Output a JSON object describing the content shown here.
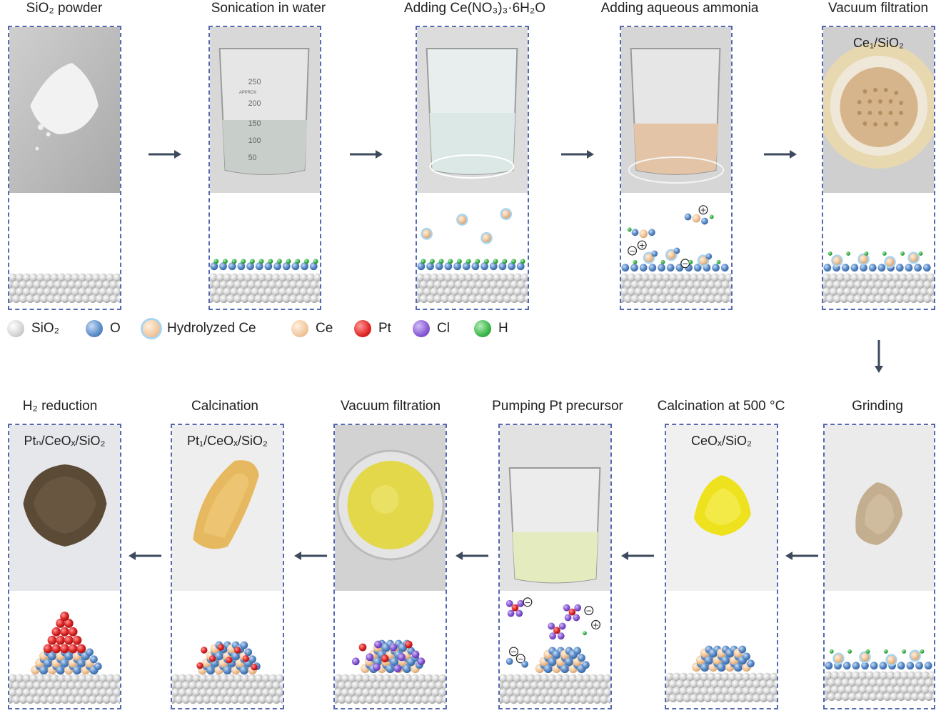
{
  "top_steps": [
    {
      "title": "SiO₂ powder"
    },
    {
      "title": "Sonication in water"
    },
    {
      "title": "Adding Ce(NO₃)₃·6H₂O"
    },
    {
      "title": "Adding aqueous ammonia"
    },
    {
      "title": "Vacuum filtration",
      "photo_label": "Ce₁/SiO₂"
    }
  ],
  "bottom_steps": [
    {
      "title": "H₂ reduction",
      "photo_label": "Ptₙ/CeOₓ/SiO₂"
    },
    {
      "title": "Calcination",
      "photo_label": "Pt₁/CeOₓ/SiO₂"
    },
    {
      "title": "Vacuum filtration"
    },
    {
      "title": "Pumping Pt precursor"
    },
    {
      "title": "Calcination at 500 °C",
      "photo_label": "CeOₓ/SiO₂"
    },
    {
      "title": "Grinding"
    }
  ],
  "beaker_marks": [
    "250",
    "APPROX",
    "200",
    "150",
    "100",
    "50"
  ],
  "legend": [
    {
      "label": "SiO₂",
      "color": "#d4d4d4"
    },
    {
      "label": "O",
      "color": "#5b8cc8"
    },
    {
      "label": "Hydrolyzed Ce",
      "color": "#f2c9a0"
    },
    {
      "label": "Ce",
      "color": "#f2c9a0"
    },
    {
      "label": "Pt",
      "color": "#e02828"
    },
    {
      "label": "Cl",
      "color": "#8a5ad6"
    },
    {
      "label": "H",
      "color": "#3cb84a"
    }
  ],
  "charges": {
    "minus": "−",
    "plus": "+"
  }
}
